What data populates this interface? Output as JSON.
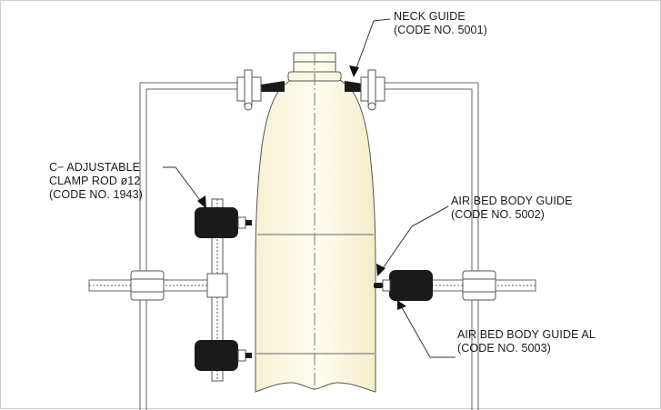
{
  "labels": {
    "neck_guide": {
      "name": "NECK GUIDE",
      "code": "(CODE NO. 5001)"
    },
    "clamp_rod": {
      "line1": "C− ADJUSTABLE",
      "line2": "CLAMP ROD ø12",
      "code": "(CODE NO. 1943)"
    },
    "air_bed_guide": {
      "name": "AIR BED BODY GUIDE",
      "code": "(CODE NO. 5002)"
    },
    "air_bed_guide_al": {
      "name": "AIR BED BODY GUIDE AL",
      "code": "(CODE NO. 5003)"
    }
  },
  "colors": {
    "line": "#555555",
    "bottle_fill": "#fdfbe9",
    "part_fill": "#1a1a1a"
  }
}
